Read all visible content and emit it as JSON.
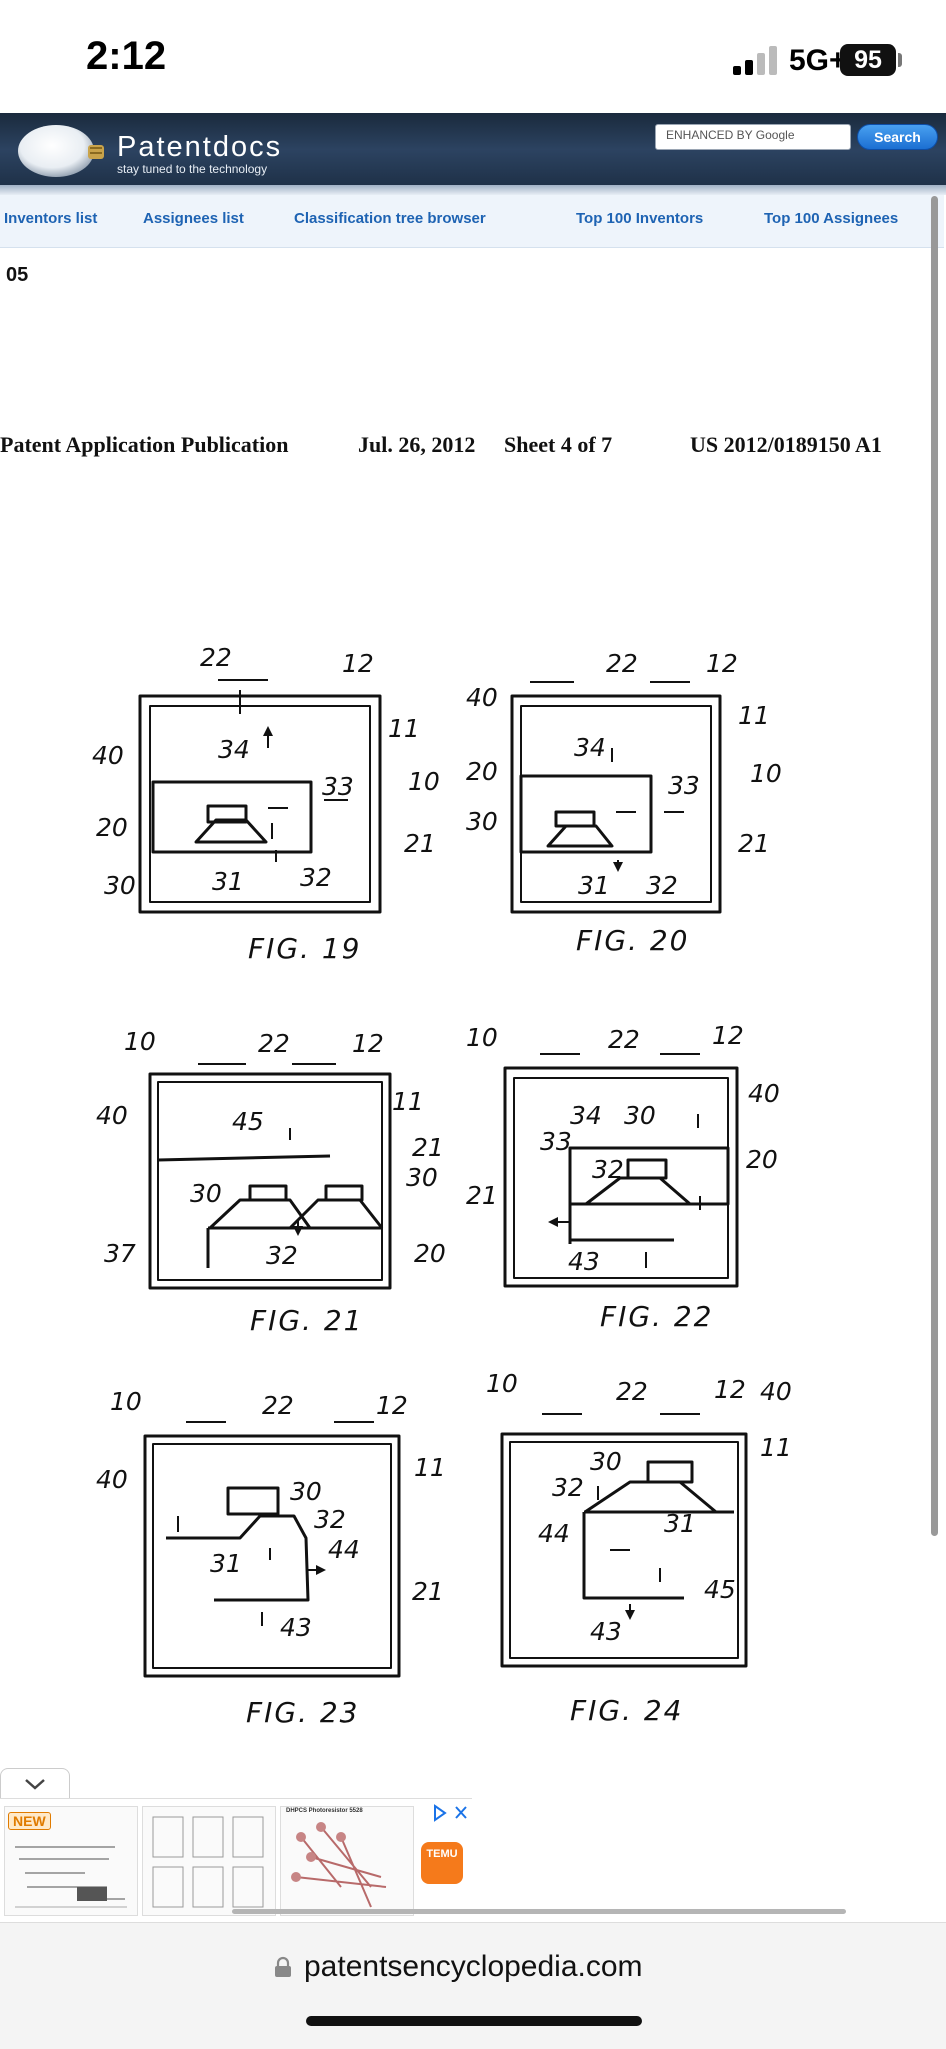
{
  "status": {
    "time": "2:12",
    "network": "5G+",
    "battery": "95"
  },
  "header": {
    "brand": "Patentdocs",
    "tagline": "stay tuned to the technology",
    "search_placeholder": "ENHANCED BY Google",
    "search_button": "Search"
  },
  "nav": {
    "items": [
      "Inventors list",
      "Assignees list",
      "Classification tree browser",
      "Top 100 Inventors",
      "Top 100 Assignees"
    ]
  },
  "content": {
    "section_number": "05",
    "publication": {
      "type": "Patent Application Publication",
      "date": "Jul. 26, 2012",
      "sheet": "Sheet 4 of 7",
      "number": "US 2012/0189150 A1"
    },
    "figures": [
      "FIG. 19",
      "FIG. 20",
      "FIG. 21",
      "FIG. 22",
      "FIG. 23",
      "FIG. 24"
    ]
  },
  "ad": {
    "badge": "NEW",
    "thumb3_title": "DHPCS Photoresistor 5528",
    "temu_label": "TEMU"
  },
  "browser": {
    "url": "patentsencyclopedia.com"
  }
}
